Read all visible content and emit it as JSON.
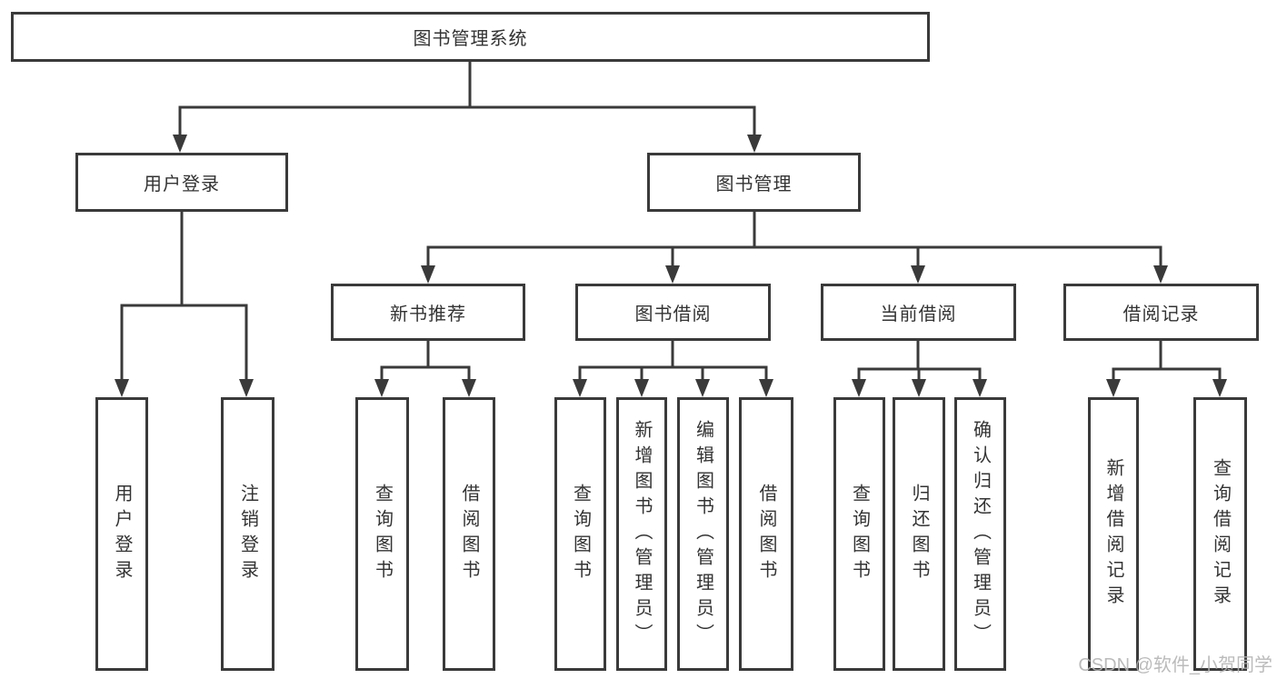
{
  "diagram": {
    "root": "图书管理系统",
    "branches": [
      {
        "label": "用户登录",
        "children": [
          {
            "label": "用户登录"
          },
          {
            "label": "注销登录"
          }
        ]
      },
      {
        "label": "图书管理",
        "children": [
          {
            "label": "新书推荐",
            "children": [
              {
                "label": "查询图书"
              },
              {
                "label": "借阅图书"
              }
            ]
          },
          {
            "label": "图书借阅",
            "children": [
              {
                "label": "查询图书"
              },
              {
                "label": "新增图书（管理员）"
              },
              {
                "label": "编辑图书（管理员）"
              },
              {
                "label": "借阅图书"
              }
            ]
          },
          {
            "label": "当前借阅",
            "children": [
              {
                "label": "查询图书"
              },
              {
                "label": "归还图书"
              },
              {
                "label": "确认归还（管理员）"
              }
            ]
          },
          {
            "label": "借阅记录",
            "children": [
              {
                "label": "新增借阅记录"
              },
              {
                "label": "查询借阅记录"
              }
            ]
          }
        ]
      }
    ]
  },
  "watermark": {
    "text": "CSDN @软件_小贺同学"
  },
  "colors": {
    "line": "#3a3a3a",
    "text": "#333333",
    "watermark": "#b4b4b4",
    "background": "#ffffff"
  }
}
